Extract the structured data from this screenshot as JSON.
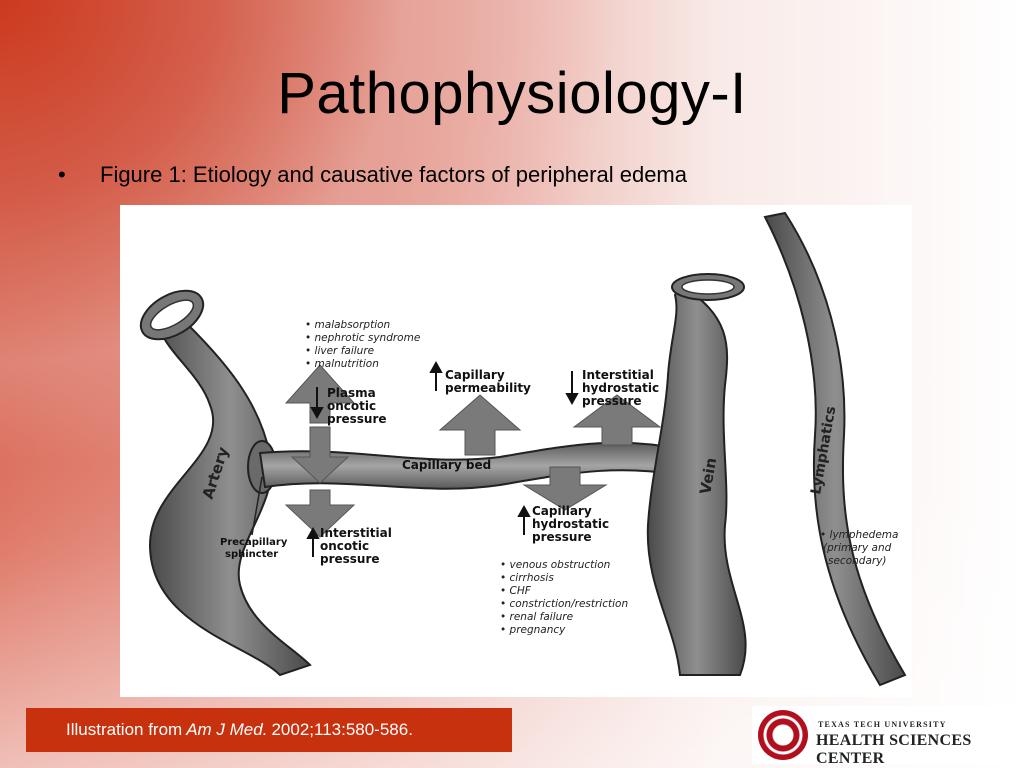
{
  "slide": {
    "title": "Pathophysiology-I",
    "bullet": "Figure 1:  Etiology and causative factors of peripheral edema"
  },
  "figure": {
    "labels": {
      "artery": "Artery",
      "vein": "Vein",
      "lymphatics": "Lymphatics",
      "capillary_bed": "Capillary bed",
      "precapillary_1": "Precapillary",
      "precapillary_2": "sphincter"
    },
    "plasma_oncotic": {
      "causes": [
        "• malabsorption",
        "• nephrotic syndrome",
        "• liver failure",
        "• malnutrition"
      ],
      "lines": [
        "Plasma",
        "oncotic",
        "pressure"
      ],
      "direction": "down"
    },
    "capillary_permeability": {
      "lines": [
        "Capillary",
        "permeability"
      ],
      "direction": "up"
    },
    "interstitial_hydrostatic": {
      "lines": [
        "Interstitial",
        "hydrostatic",
        "pressure"
      ],
      "direction": "down"
    },
    "interstitial_oncotic": {
      "lines": [
        "Interstitial",
        "oncotic",
        "pressure"
      ],
      "direction": "up"
    },
    "capillary_hydrostatic": {
      "lines": [
        "Capillary",
        "hydrostatic",
        "pressure"
      ],
      "direction": "up",
      "causes": [
        "• venous obstruction",
        "• cirrhosis",
        "• CHF",
        "• constriction/restriction",
        "• renal failure",
        "• pregnancy"
      ]
    },
    "lymphedema": [
      "• lymphedema",
      "(primary and",
      "secondary)"
    ]
  },
  "caption": {
    "prefix": "Illustration from ",
    "journal": "Am J Med.",
    "citation": " 2002;113:580-586",
    "period": "."
  },
  "logo": {
    "small": "TEXAS TECH UNIVERSITY",
    "big": "HEALTH SCIENCES CENTER",
    "icon": "ttuhsc-seal-icon"
  }
}
